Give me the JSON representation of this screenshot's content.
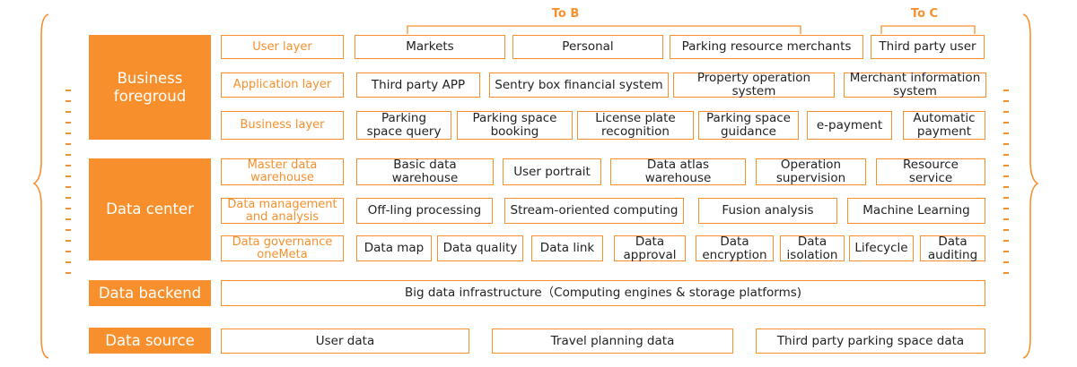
{
  "top_labels": {
    "to_b": "To B",
    "to_c": "To C"
  },
  "sections": {
    "business_foreground": {
      "title": "Business\nforegroud",
      "rows": [
        {
          "layer": "User layer",
          "items": [
            "Markets",
            "Personal",
            "Parking resource merchants",
            "Third party user"
          ]
        },
        {
          "layer": "Application layer",
          "items": [
            "Third party APP",
            "Sentry box financial system",
            "Property operation\nsystem",
            "Merchant information\nsystem"
          ]
        },
        {
          "layer": "Business layer",
          "items": [
            "Parking\nspace query",
            "Parking space\nbooking",
            "License plate\nrecognition",
            "Parking space\nguidance",
            "e-payment",
            "Automatic\npayment"
          ]
        }
      ]
    },
    "data_center": {
      "title": "Data center",
      "rows": [
        {
          "layer": "Master data\nwarehouse",
          "items": [
            "Basic data warehouse",
            "User portrait",
            "Data atlas\nwarehouse",
            "Operation\nsupervision",
            "Resource\nservice"
          ]
        },
        {
          "layer": "Data management\nand analysis",
          "items": [
            "Off-ling processing",
            "Stream-oriented computing",
            "Fusion analysis",
            "Machine Learning"
          ]
        },
        {
          "layer": "Data governance\noneMeta",
          "items": [
            "Data map",
            "Data quality",
            "Data link",
            "Data\napproval",
            "Data\nencryption",
            "Data\nisolation",
            "Lifecycle",
            "Data\nauditing"
          ]
        }
      ]
    },
    "data_backend": {
      "title": "Data backend",
      "items": [
        "Big data infrastructure（Computing engines & storage platforms)"
      ]
    },
    "data_source": {
      "title": "Data source",
      "items": [
        "User data",
        "Travel planning data",
        "Third party parking space data"
      ]
    }
  },
  "colors": {
    "accent": "#f7902c",
    "text": "#222222",
    "background": "#ffffff"
  }
}
